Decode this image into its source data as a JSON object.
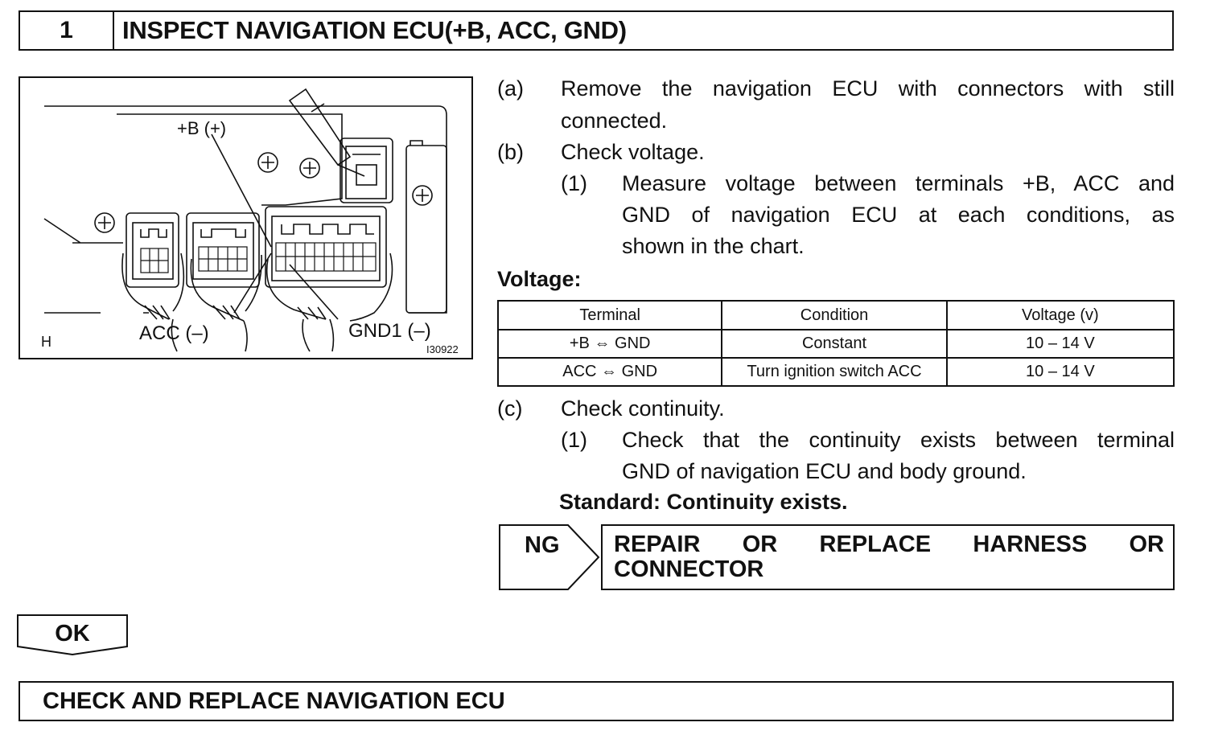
{
  "step": {
    "number": "1",
    "title": "INSPECT NAVIGATION ECU(+B, ACC, GND)"
  },
  "figure": {
    "labels": {
      "b_plus": "+B (+)",
      "acc": "ACC (–)",
      "gnd1": "GND1 (–)",
      "corner": "H",
      "code": "I30922"
    }
  },
  "instructions": {
    "a": {
      "label": "(a)",
      "line1": "Remove the navigation ECU with connectors with still",
      "line2": "connected."
    },
    "b": {
      "label": "(b)",
      "text": "Check voltage.",
      "sub1": {
        "label": "(1)",
        "line1": "Measure voltage between terminals +B, ACC and",
        "line2": "GND of navigation ECU at each conditions, as",
        "line3": "shown in the chart."
      }
    },
    "voltage_heading": "Voltage:",
    "c": {
      "label": "(c)",
      "text": "Check continuity.",
      "sub1": {
        "label": "(1)",
        "line1": "Check that the continuity exists between terminal",
        "line2": "GND of navigation ECU and body ground."
      }
    },
    "standard": "Standard: Continuity exists."
  },
  "voltage_table": {
    "headers": [
      "Terminal",
      "Condition",
      "Voltage (v)"
    ],
    "rows": [
      [
        "+B ⇔ GND",
        "Constant",
        "10 – 14 V"
      ],
      [
        "ACC ⇔ GND",
        "Turn ignition switch ACC",
        "10 – 14 V"
      ]
    ]
  },
  "ng": {
    "label": "NG",
    "result": "REPAIR OR REPLACE HARNESS OR CONNECTOR"
  },
  "ok": {
    "label": "OK"
  },
  "final": {
    "text": "CHECK AND REPLACE NAVIGATION ECU"
  }
}
